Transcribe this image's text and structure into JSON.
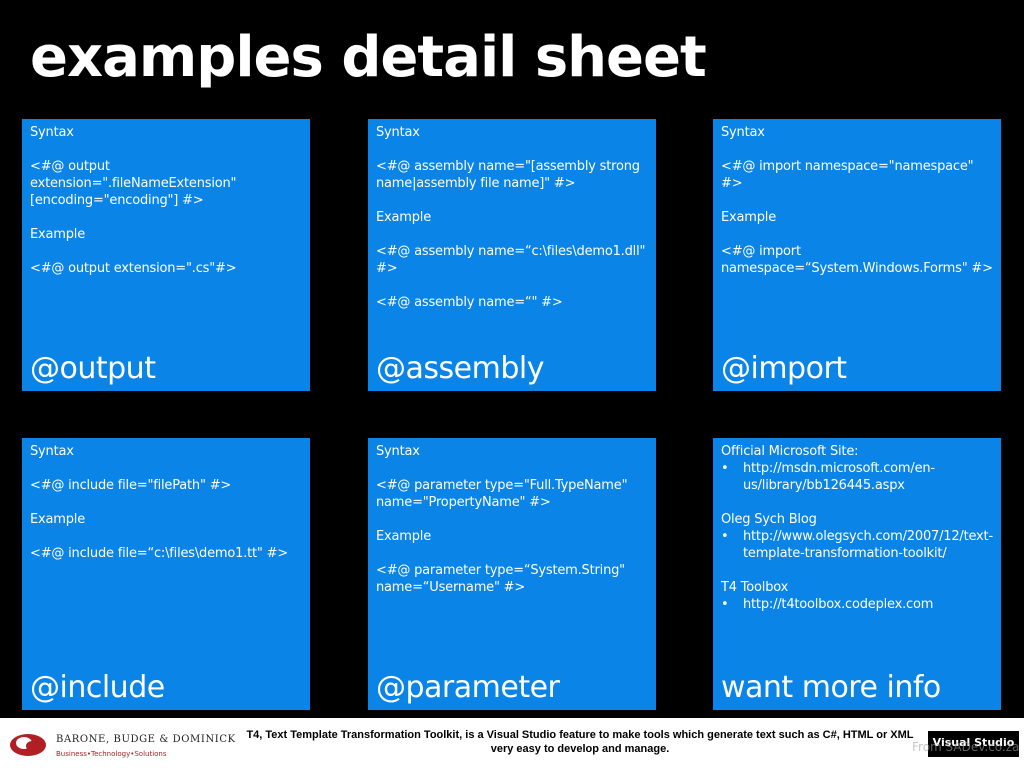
{
  "title": "examples detail sheet",
  "tiles": [
    {
      "heading": "@output",
      "lines": [
        "Syntax",
        "",
        "<#@ output extension=\".fileNameExtension\" [encoding=\"encoding\"] #>",
        "",
        "Example",
        "",
        "<#@ output extension=\".cs\"#>"
      ]
    },
    {
      "heading": "@assembly",
      "lines": [
        "Syntax",
        "",
        "<#@ assembly name=\"[assembly strong name|assembly file name]\" #>",
        "",
        "Example",
        "",
        "<#@ assembly name=“c:\\files\\demo1.dll\" #>",
        "",
        "<#@ assembly name=“\" #>"
      ]
    },
    {
      "heading": "@import",
      "lines": [
        "Syntax",
        "",
        "<#@ import namespace=\"namespace\" #>",
        "",
        "Example",
        "",
        "<#@ import namespace=“System.Windows.Forms\" #>"
      ]
    },
    {
      "heading": "@include",
      "lines": [
        "Syntax",
        "",
        "<#@ include file=\"filePath\" #>",
        "",
        "Example",
        "",
        "<#@ include file=“c:\\files\\demo1.tt\" #>"
      ]
    },
    {
      "heading": "@parameter",
      "lines": [
        "Syntax",
        "",
        "<#@ parameter type=\"Full.TypeName\" name=\"PropertyName\" #>",
        "",
        "Example",
        "",
        "<#@ parameter type=“System.String\" name=“Username\" #>"
      ]
    },
    {
      "heading": "want more info",
      "sections": [
        {
          "label": "Official Microsoft Site:",
          "bullet": "http://msdn.microsoft.com/en-us/library/bb126445.aspx"
        },
        {
          "label": "Oleg Sych Blog",
          "bullet": "http://www.olegsych.com/2007/12/text-template-transformation-toolkit/"
        },
        {
          "label": "T4 Toolbox",
          "bullet": "http://t4toolbox.codeplex.com"
        }
      ]
    }
  ],
  "footer": {
    "logo_name": "BARONE, BUDGE & DOMINICK",
    "logo_tagline": "Business•Technology•Solutions",
    "note": "T4, Text Template Transformation Toolkit, is a Visual Studio feature to make tools which generate text such as C#, HTML or XML very easy to develop and manage.",
    "badge": "Visual Studio",
    "watermark": "From SADev.co.za"
  },
  "colors": {
    "tile": "#0a84e6",
    "background": "#000000",
    "logo_red": "#b01f24"
  }
}
